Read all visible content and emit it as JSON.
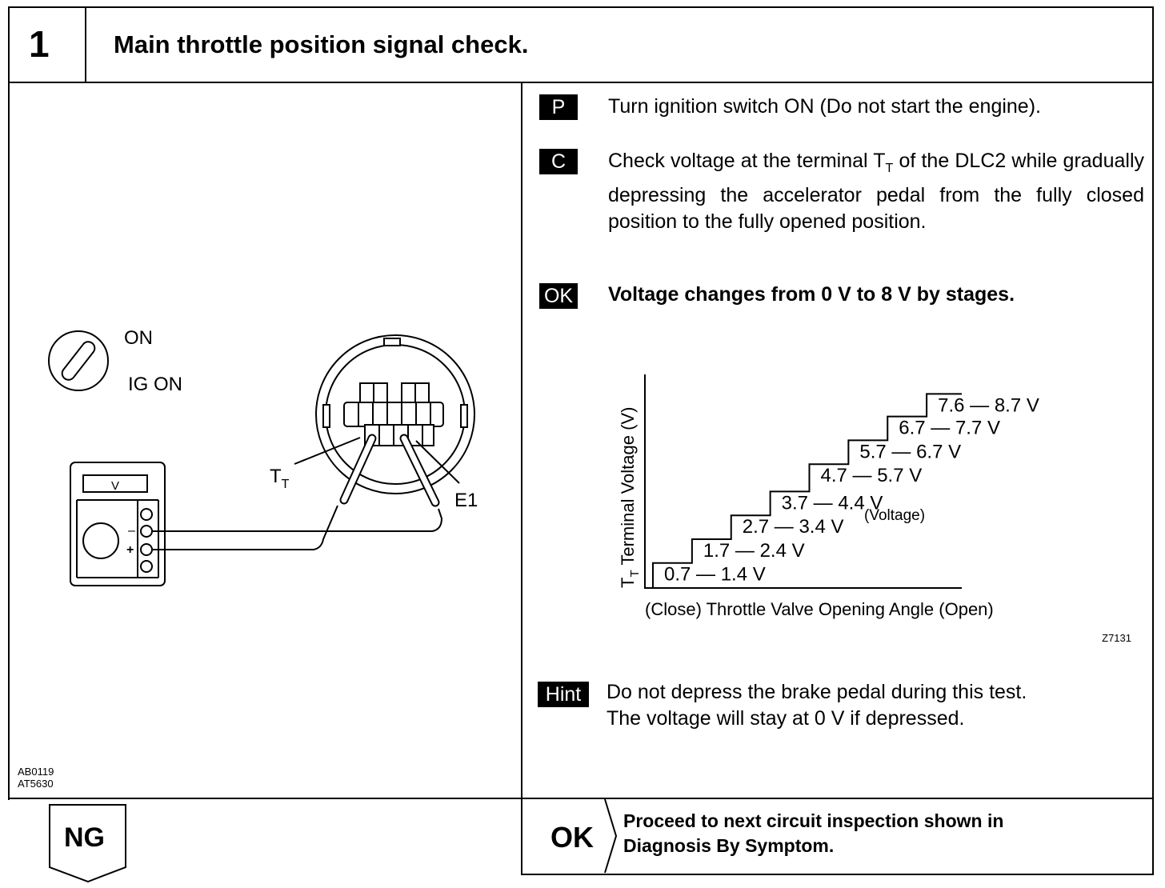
{
  "header": {
    "step_number": "1",
    "title": "Main throttle position signal check."
  },
  "instructions": [
    {
      "badge": "P",
      "text": "Turn ignition switch ON (Do not start the engine)."
    },
    {
      "badge": "C",
      "text_before": "Check voltage at the terminal T",
      "text_sub": "T",
      "text_after": " of the DLC2 while gradually depressing the accelerator pedal from the fully closed position to the fully opened position."
    },
    {
      "badge": "OK",
      "text": "Voltage changes from 0 V to 8 V by stages."
    }
  ],
  "chart_data": {
    "type": "line",
    "ylabel_main": "T",
    "ylabel_sub": "T",
    "ylabel_rest": " Terminal Voltage (V)",
    "xlabel": "(Close) Throttle Valve Opening Angle (Open)",
    "annotation": "(Voltage)",
    "steps": [
      {
        "label": "0.7 — 1.4 V",
        "low": 0.7,
        "high": 1.4
      },
      {
        "label": "1.7 — 2.4 V",
        "low": 1.7,
        "high": 2.4
      },
      {
        "label": "2.7 — 3.4 V",
        "low": 2.7,
        "high": 3.4
      },
      {
        "label": "3.7 — 4.4 V",
        "low": 3.7,
        "high": 4.4
      },
      {
        "label": "4.7 — 5.7 V",
        "low": 4.7,
        "high": 5.7
      },
      {
        "label": "5.7 — 6.7 V",
        "low": 5.7,
        "high": 6.7
      },
      {
        "label": "6.7 — 7.7 V",
        "low": 6.7,
        "high": 7.7
      },
      {
        "label": "7.6 — 8.7 V",
        "low": 7.6,
        "high": 8.7
      }
    ],
    "figure_code": "Z7131"
  },
  "hint": {
    "badge": "Hint",
    "lines": [
      "Do not depress the brake pedal during this test.",
      "The voltage will stay at 0 V if depressed."
    ]
  },
  "illustration": {
    "switch_on": "ON",
    "switch_ig_on": "IG ON",
    "meter_label": "V",
    "minus": "–",
    "plus": "+",
    "terminal_tt_main": "T",
    "terminal_tt_sub": "T",
    "terminal_e1": "E1",
    "codes": [
      "AB0119",
      "AT5630"
    ]
  },
  "footer": {
    "ng_label": "NG",
    "ok_label": "OK",
    "ok_text_lines": [
      "Proceed to next circuit inspection shown in",
      "Diagnosis By Symptom."
    ]
  }
}
